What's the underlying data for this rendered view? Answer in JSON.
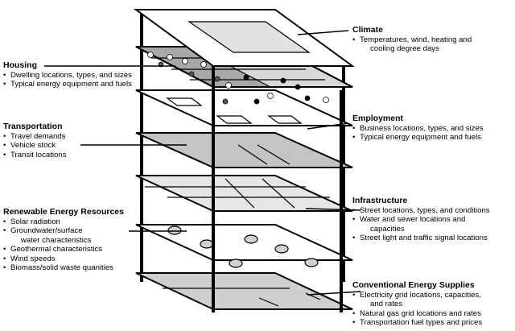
{
  "layers": {
    "climate": {
      "title": "Climate",
      "items": [
        {
          "text": "Temperatures, wind, heating and",
          "cont": "cooling degree days"
        }
      ]
    },
    "housing": {
      "title": "Housing",
      "items": [
        {
          "text": "Dwelling locations, types, and sizes"
        },
        {
          "text": "Typical energy equipment and fuels"
        }
      ]
    },
    "employment": {
      "title": "Employment",
      "items": [
        {
          "text": "Business locations, types, and sizes"
        },
        {
          "text": "Typical energy equipment and fuels"
        }
      ]
    },
    "transportation": {
      "title": "Transportation",
      "items": [
        {
          "text": "Travel demands"
        },
        {
          "text": "Vehicle stock"
        },
        {
          "text": "Transit locations"
        }
      ]
    },
    "infrastructure": {
      "title": "Infrastructure",
      "items": [
        {
          "text": "Street locations, types, and conditions"
        },
        {
          "text": "Water and sewer locations and",
          "cont": "capacities"
        },
        {
          "text": "Street light and traffic signal locations"
        }
      ]
    },
    "renewable": {
      "title": "Renewable Energy Resources",
      "items": [
        {
          "text": "Solar radiation"
        },
        {
          "text": "Groundwater/surface",
          "cont": "water characteristics"
        },
        {
          "text": "Geothermal characteristics"
        },
        {
          "text": "Wind speeds"
        },
        {
          "text": "Biomass/solid waste quanities"
        }
      ]
    },
    "conventional": {
      "title": "Conventional Energy Supplies",
      "items": [
        {
          "text": "Electricity grid locations, capacities,",
          "cont": "and rates"
        },
        {
          "text": "Natural gas grid locations and rates"
        },
        {
          "text": "Transportation fuel types and prices"
        }
      ]
    }
  }
}
